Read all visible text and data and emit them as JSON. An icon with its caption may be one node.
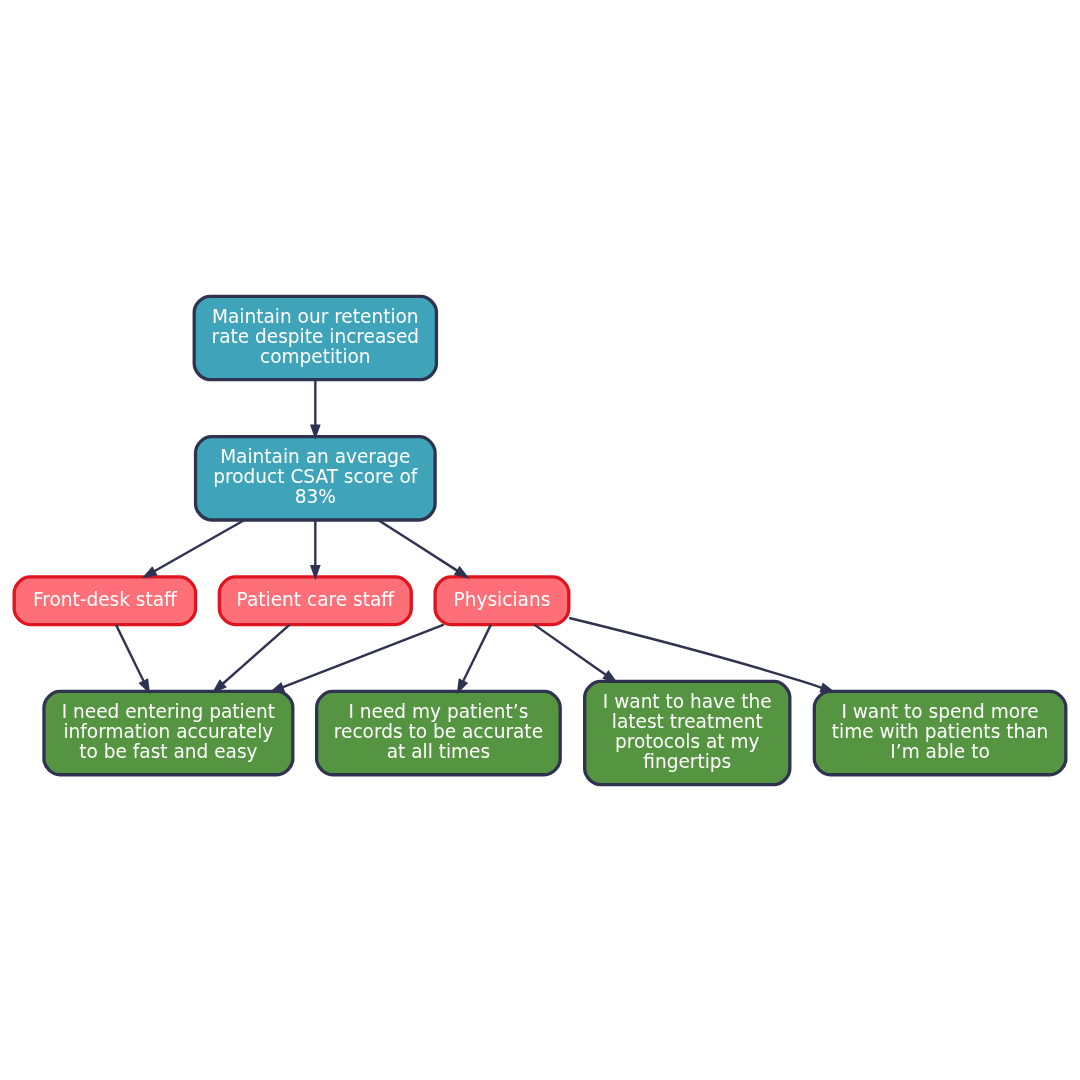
{
  "diagram": {
    "nodes": [
      {
        "text": [
          "Maintain our retention rate despite increased competition"
        ]
      },
      {
        "text": [
          "Maintain an average product CSAT score of 83%"
        ]
      },
      {
        "text": [
          "Front-desk staff"
        ]
      },
      {
        "text": [
          "Patient care staff"
        ]
      },
      {
        "text": [
          "Physicians"
        ]
      },
      {
        "text": [
          "I need entering patient information accurately to be fast and easy"
        ]
      },
      {
        "text": [
          "I need my patient’s records to be accurate at all times"
        ]
      },
      {
        "text": [
          "I want to have the latest treatment protocols at my fingertips"
        ]
      },
      {
        "text": [
          "I want to spend more time with patients than I’m able to"
        ]
      }
    ],
    "edges": [
      {
        "from": 0,
        "to": 1,
        "arrow": "to"
      },
      {
        "from": 1,
        "to": 2,
        "arrow": "to"
      },
      {
        "from": 1,
        "to": 3,
        "arrow": "to"
      },
      {
        "from": 1,
        "to": 4,
        "arrow": "to"
      },
      {
        "from": 2,
        "to": 5,
        "arrow": "to"
      },
      {
        "from": 3,
        "to": 5,
        "arrow": "to"
      },
      {
        "from": 4,
        "to": 5,
        "arrow": "to"
      },
      {
        "from": 4,
        "to": 6,
        "arrow": "to"
      },
      {
        "from": 4,
        "to": 7,
        "arrow": "to"
      },
      {
        "from": 4,
        "to": 8,
        "arrow": "to"
      }
    ]
  }
}
